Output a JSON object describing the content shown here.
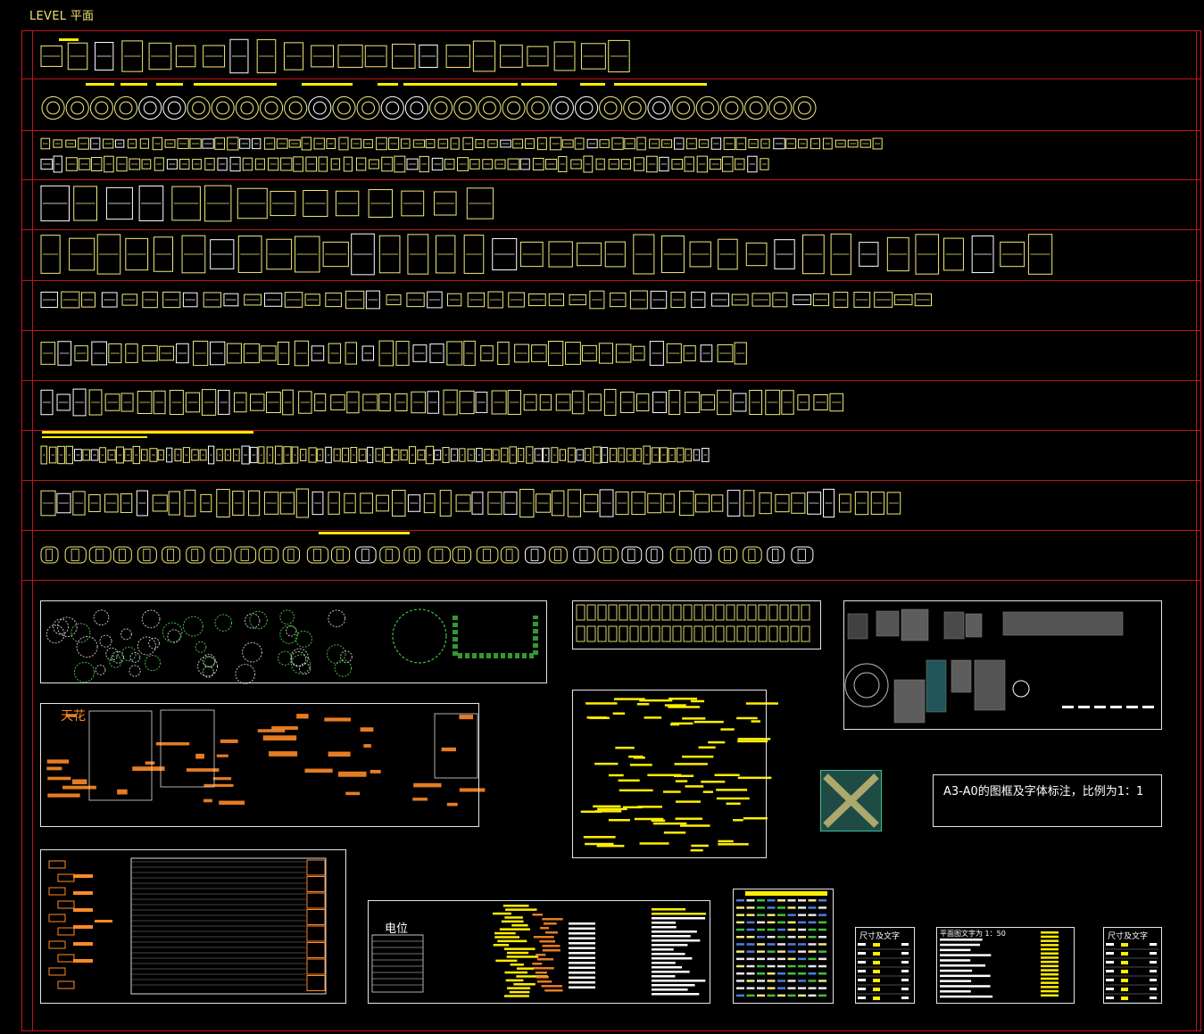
{
  "header": {
    "title": "LEVEL 平面"
  },
  "colors": {
    "frame": "#c2141a",
    "symbol_yellow": "#f2ea7a",
    "highlight_yellow": "#ffee00",
    "orange": "#ff8a26",
    "green": "#3fbf3f",
    "panel_border": "#e6e6e6",
    "white": "#ffffff"
  },
  "panels": {
    "ceiling_label": "天花",
    "electric_label": "电位",
    "note_label": "A3-A0的图框及字体标注，比例为1：1",
    "dimension_label_1": "尺寸及文字",
    "dimension_label_2": "尺寸及文字",
    "plan_text_label": "平面图文字为 1：50"
  },
  "symbol_rows": [
    {
      "name": "beds",
      "icon": "bed-icon",
      "count": 22
    },
    {
      "name": "round-tables",
      "icon": "round-table-icon",
      "count": 32
    },
    {
      "name": "small-chairs-a",
      "icon": "chair-icon",
      "count": 68
    },
    {
      "name": "small-chairs-b",
      "icon": "chair-icon",
      "count": 58
    },
    {
      "name": "dining-sets",
      "icon": "dining-table-icon",
      "count": 14
    },
    {
      "name": "sofa-sets",
      "icon": "sofa-icon",
      "count": 36
    },
    {
      "name": "cabinets",
      "icon": "cabinet-icon",
      "count": 44
    },
    {
      "name": "sanitary",
      "icon": "sanitary-icon",
      "count": 42
    },
    {
      "name": "appliances",
      "icon": "appliance-icon",
      "count": 50
    },
    {
      "name": "small-fixtures",
      "icon": "fixture-icon",
      "count": 80
    },
    {
      "name": "doors-electrical",
      "icon": "door-icon",
      "count": 54
    },
    {
      "name": "people-cars",
      "icon": "car-icon",
      "count": 32
    }
  ]
}
